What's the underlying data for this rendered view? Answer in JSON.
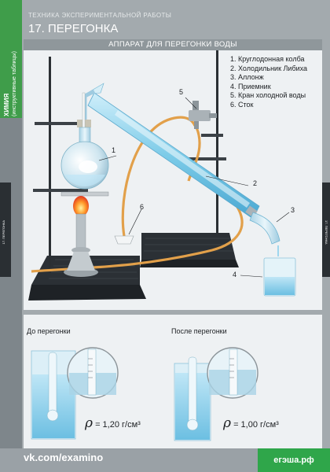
{
  "series_title": "ТЕХНИКА ЭКСПЕРИМЕНТАЛЬНОЙ РАБОТЫ",
  "main_title": "17. ПЕРЕГОНКА",
  "side_subject": "ХИМИЯ",
  "side_subject_note": "(инструктивные таблицы)",
  "side_mark_left": "17. ПЕРЕГОНКА",
  "side_mark_right": "17. ПЕРЕГОНКА",
  "panel_title": "АППАРАТ ДЛЯ ПЕРЕГОНКИ ВОДЫ",
  "legend": [
    {
      "num": "1.",
      "text": "Круглодонная колба"
    },
    {
      "num": "2.",
      "text": "Холодильник Либиха"
    },
    {
      "num": "3.",
      "text": "Аллонж"
    },
    {
      "num": "4.",
      "text": "Приемник"
    },
    {
      "num": "5.",
      "text": "Кран холодной воды"
    },
    {
      "num": "6.",
      "text": "Сток"
    }
  ],
  "callouts": {
    "c1": "1",
    "c2": "2",
    "c3": "3",
    "c4": "4",
    "c5": "5",
    "c6": "6"
  },
  "before_label": "До перегонки",
  "after_label": "После перегонки",
  "rho_symbol": "ρ",
  "before_density": "= 1,20 г/см³",
  "after_density": "= 1,00 г/см³",
  "footer_left": "vk.com/examino",
  "footer_right": "егэша.рф",
  "colors": {
    "accent_green": "#3f9d4a",
    "water": "#9fd6ee",
    "glass": "#cfe7f2",
    "tube": "#e2a04a"
  }
}
